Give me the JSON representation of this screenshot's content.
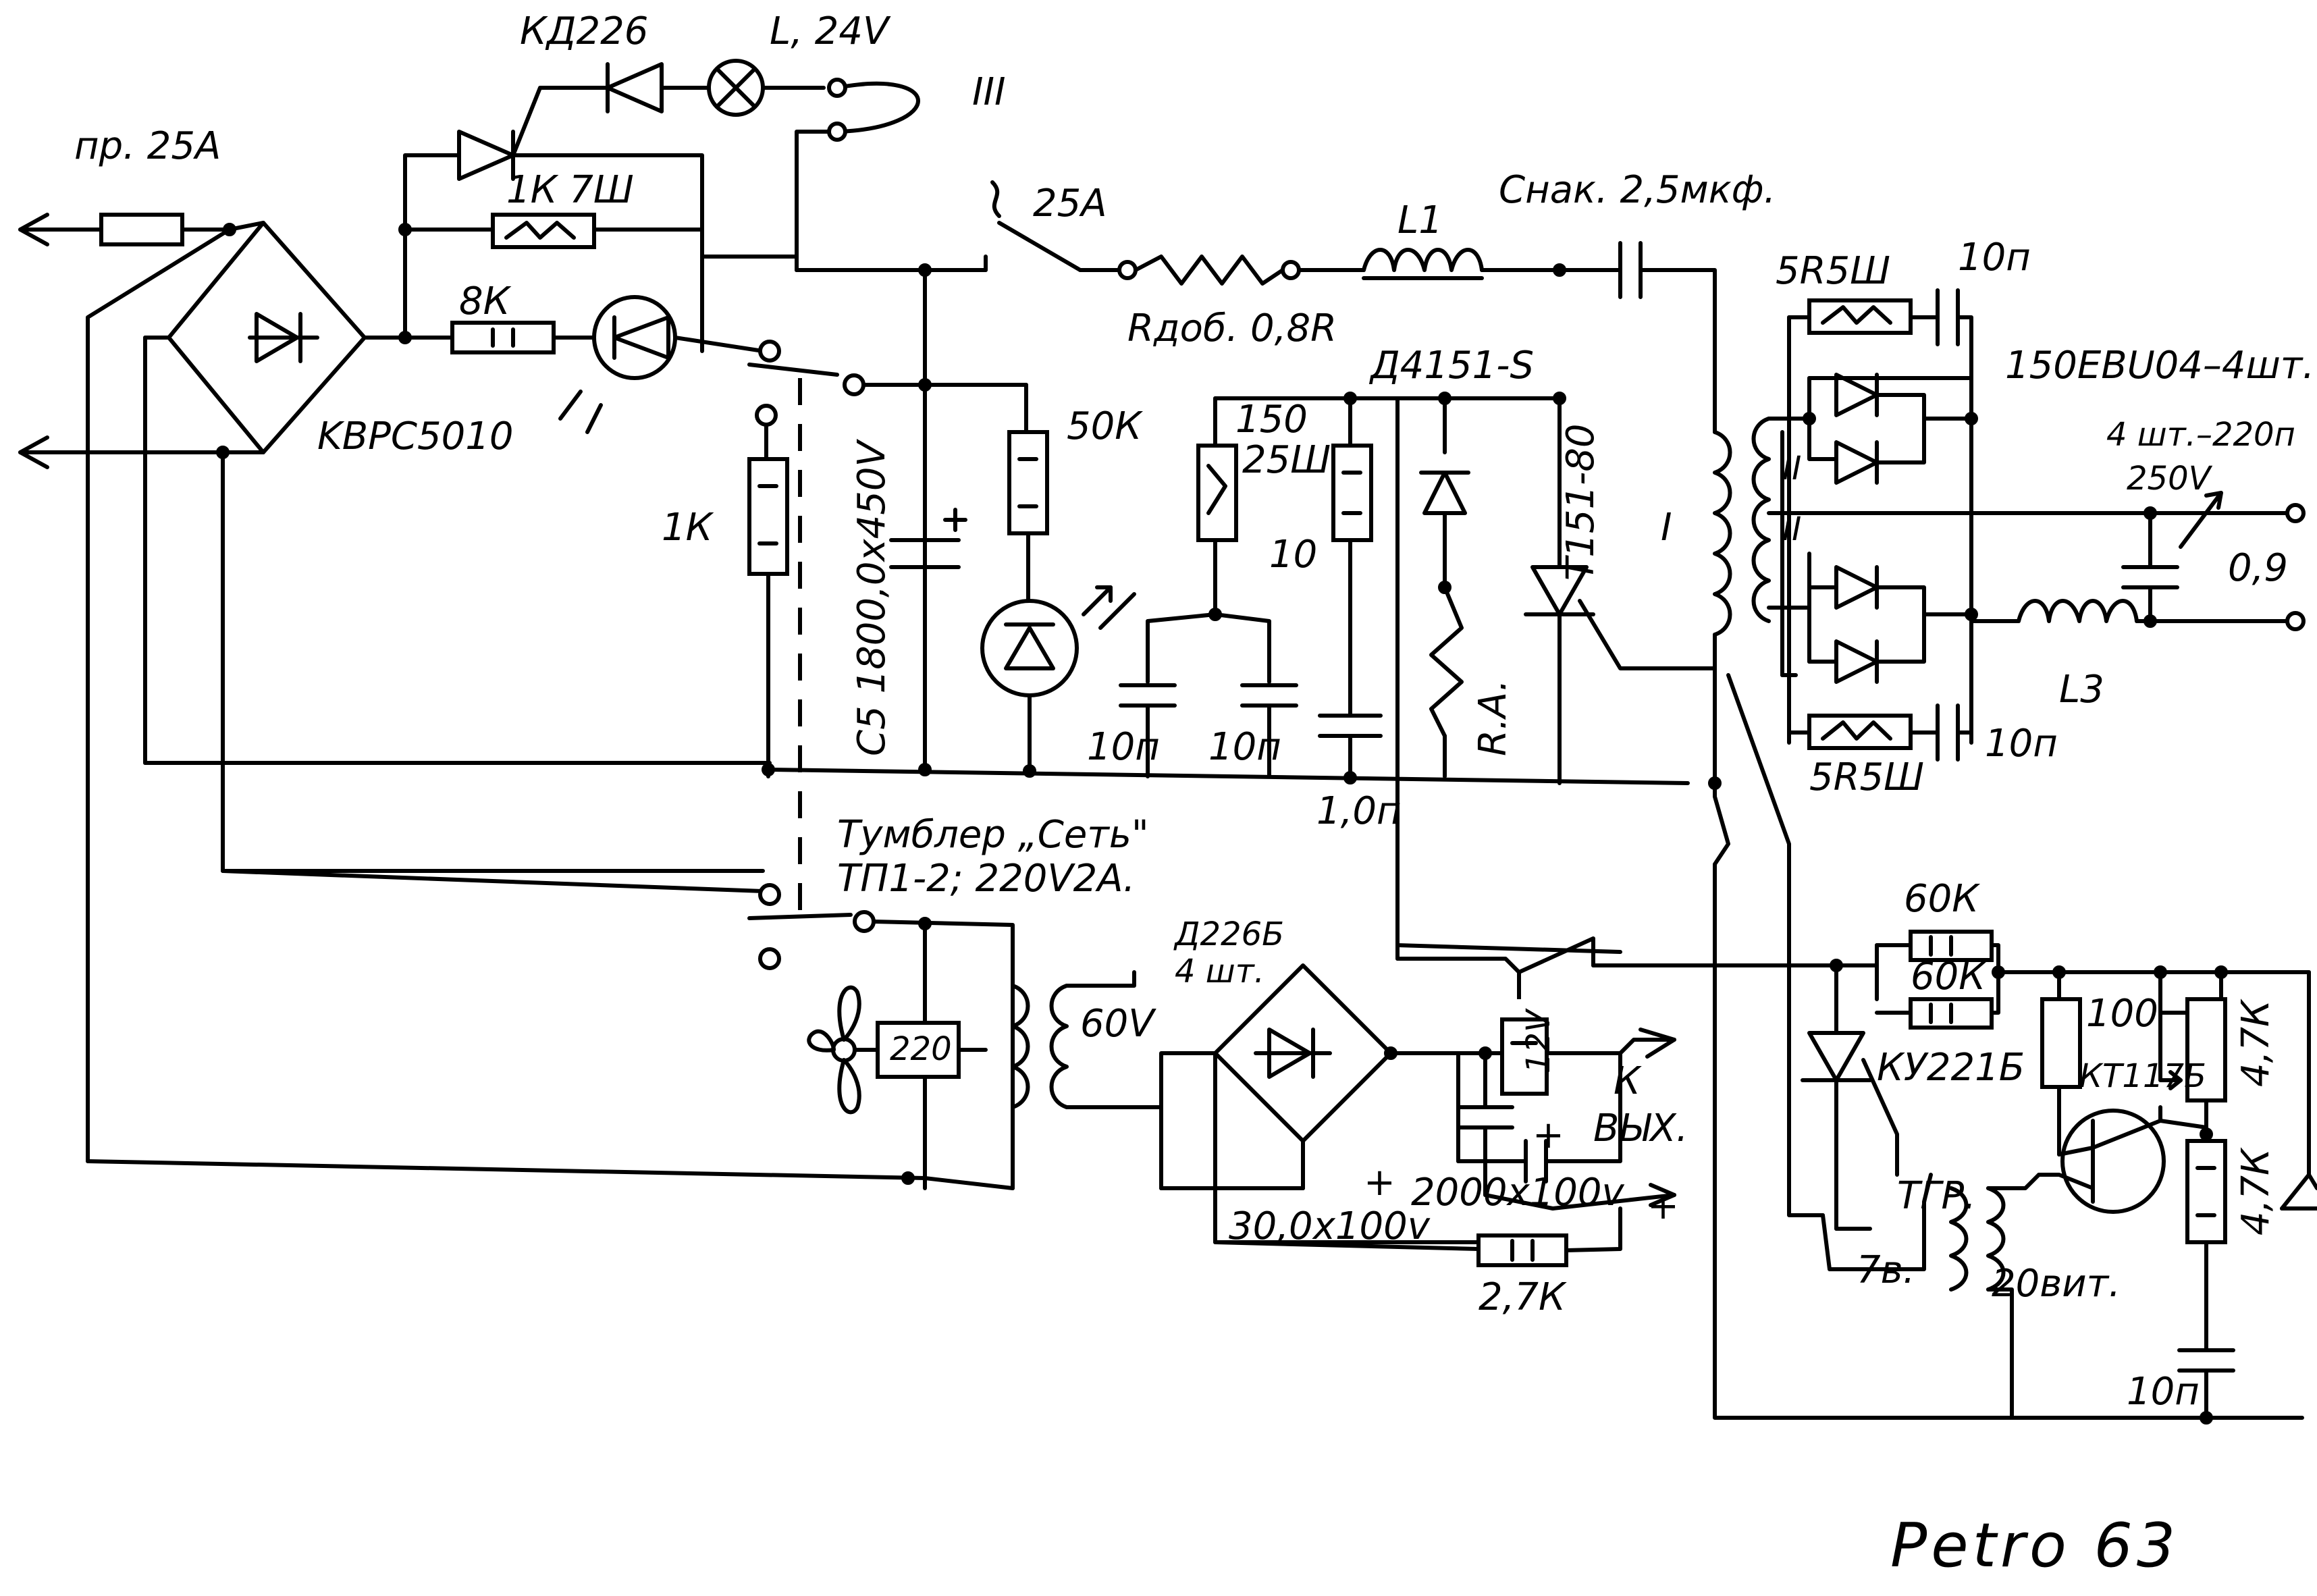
{
  "labels": {
    "fuse_main": "пр. 25А",
    "diode_kd": "КД226",
    "lamp": "L, 24V",
    "winding_3": "III",
    "res_1k7w": "1К 7Ш",
    "res_8k": "8К",
    "bridge_main": "KBPC5010",
    "breaker_25a": "25А",
    "rdob": "Rдоб. 0,8R",
    "choke_l1": "L1",
    "cnak": "Снак. 2,5мкф.",
    "res_5r5w_top": "5R5Ш",
    "cap_10n_top": "10п",
    "diodes_150": "150EBU04–4шт.",
    "caps_220n": "4 шт.–220п",
    "caps_250v": "250V",
    "cap_09": "0,9",
    "res_5r5w_bot": "5R5Ш",
    "cap_10n_bot": "10п",
    "choke_l3": "L3",
    "winding_1": "I",
    "winding_2a": "II",
    "winding_2b": "II",
    "d4151": "Д4151-S",
    "t151": "T151-80",
    "res_150": "150",
    "res_150_w": "25Ш",
    "res_10": "10",
    "res_ra": "R.A.",
    "cap_10n_a": "10п",
    "cap_10n_b": "10п",
    "cap_1_0n": "1,0п",
    "res_50k": "50К",
    "res_1k": "1К",
    "cap_main": "C5 1800,0x450V",
    "toggle_1": "Тумблер „Сеть\"",
    "toggle_2": "ТП1-2; 220V2А.",
    "fan_220": "220",
    "trans_60v": "60V",
    "bridge_d226": "Д226Б",
    "bridge_d226_count": "4 шт.",
    "zener_12v": "12V",
    "out_k": "К",
    "out_vyh": "ВЫХ.",
    "cap_30": "30,0x100v",
    "cap_2000": "2000x100v",
    "res_2_7k": "2,7К",
    "plus_1": "+",
    "plus_2": "+",
    "plus_3": "+",
    "res_60k_a": "60К",
    "res_60k_b": "60К",
    "res_100": "100",
    "thyr_ku": "КУ221Б",
    "tr_kt": "КТ117Б",
    "res_4_7k_a": "4,7К",
    "res_4_7k_b": "4,7К",
    "tgr": "ТГР.",
    "w_7": "7в.",
    "w_20": "20вит.",
    "cap_10n_c": "10п",
    "signature": "Petro 63"
  }
}
